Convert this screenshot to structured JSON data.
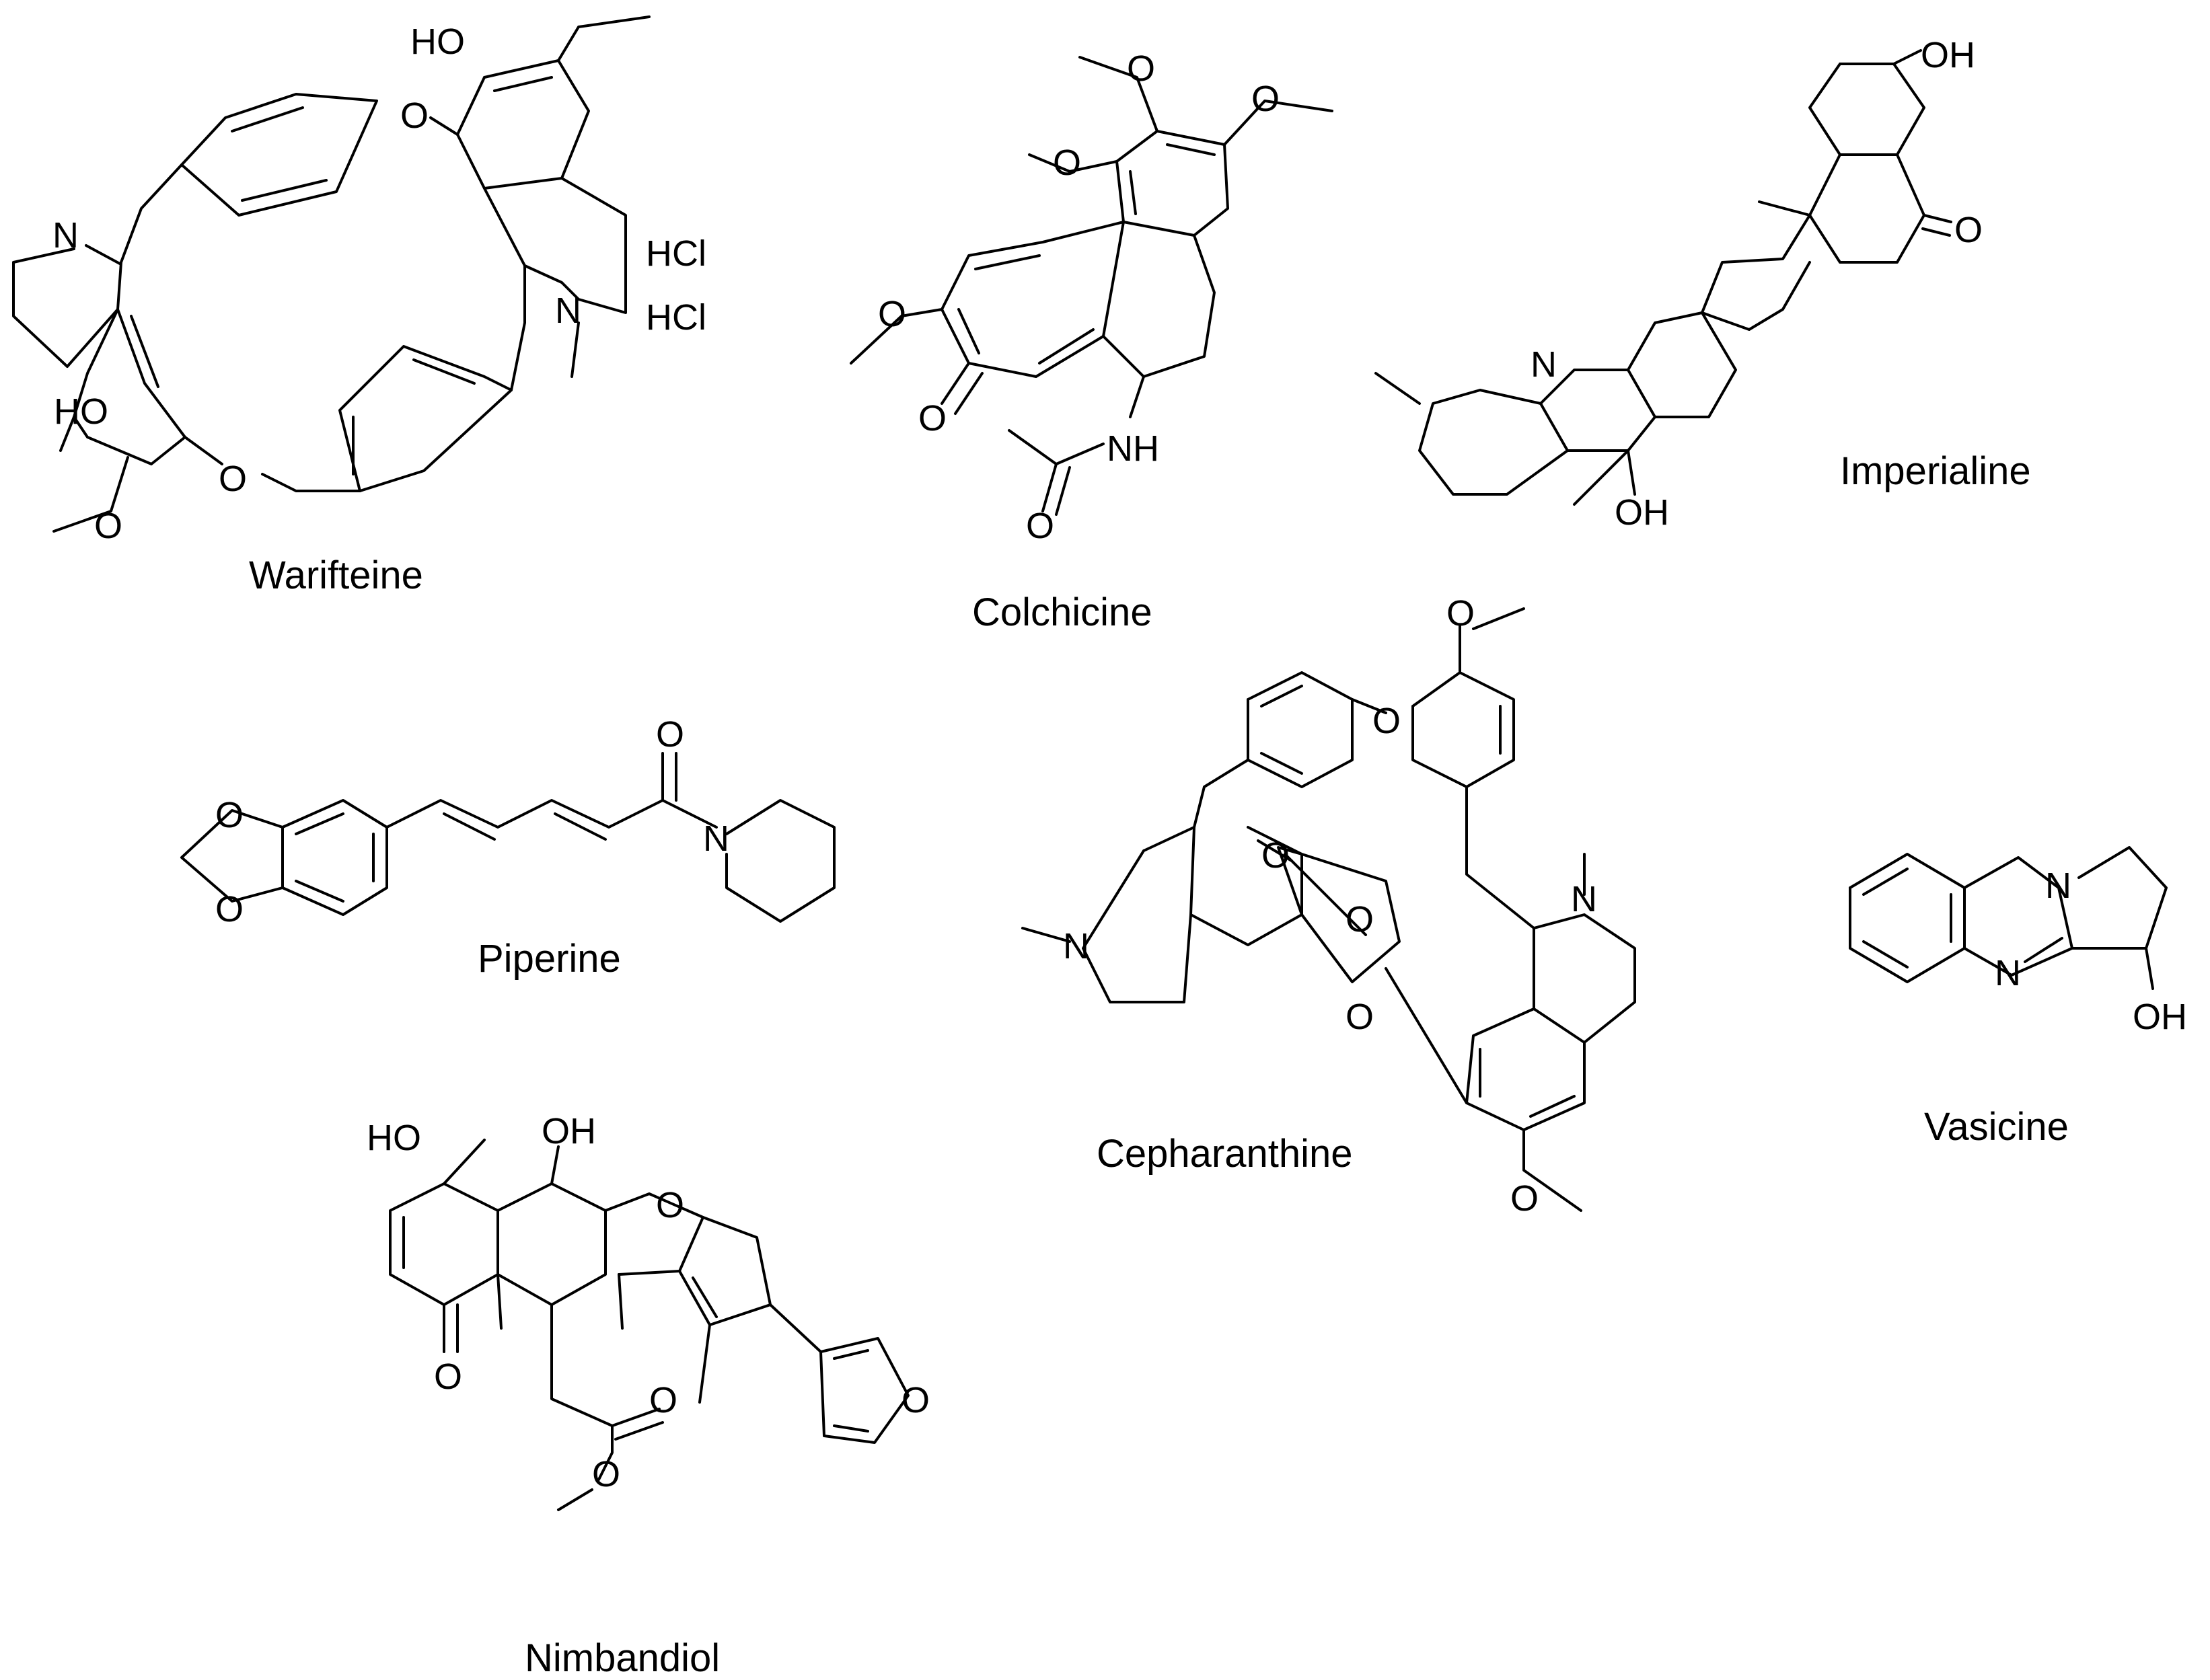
{
  "compounds": [
    {
      "name": "Warifteine",
      "labels": [
        "HO",
        "O",
        "N",
        "N",
        "HCl",
        "HCl",
        "HO",
        "O",
        "O"
      ]
    },
    {
      "name": "Colchicine",
      "labels": [
        "O",
        "O",
        "O",
        "O",
        "O",
        "NH",
        "O"
      ]
    },
    {
      "name": "Imperialine",
      "labels": [
        "OH",
        "O",
        "N",
        "OH"
      ]
    },
    {
      "name": "Piperine",
      "labels": [
        "O",
        "O",
        "O",
        "N"
      ]
    },
    {
      "name": "Cepharanthine",
      "labels": [
        "O",
        "O",
        "O",
        "O",
        "O",
        "N",
        "N",
        "O"
      ]
    },
    {
      "name": "Vasicine",
      "labels": [
        "N",
        "N",
        "OH"
      ]
    },
    {
      "name": "Nimbandiol",
      "labels": [
        "HO",
        "OH",
        "O",
        "O",
        "O",
        "O",
        "O"
      ]
    }
  ]
}
